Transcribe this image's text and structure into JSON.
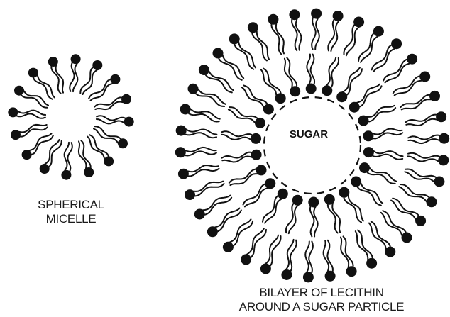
{
  "micelle": {
    "caption_line1": "SPHERICAL",
    "caption_line2": "MICELLE"
  },
  "bilayer": {
    "center_label": "SUGAR",
    "caption_line1": "BILAYER OF LECITHIN",
    "caption_line2": "AROUND A SUGAR PARTICLE"
  },
  "colors": {
    "ink": "#111111",
    "background": "#ffffff"
  }
}
